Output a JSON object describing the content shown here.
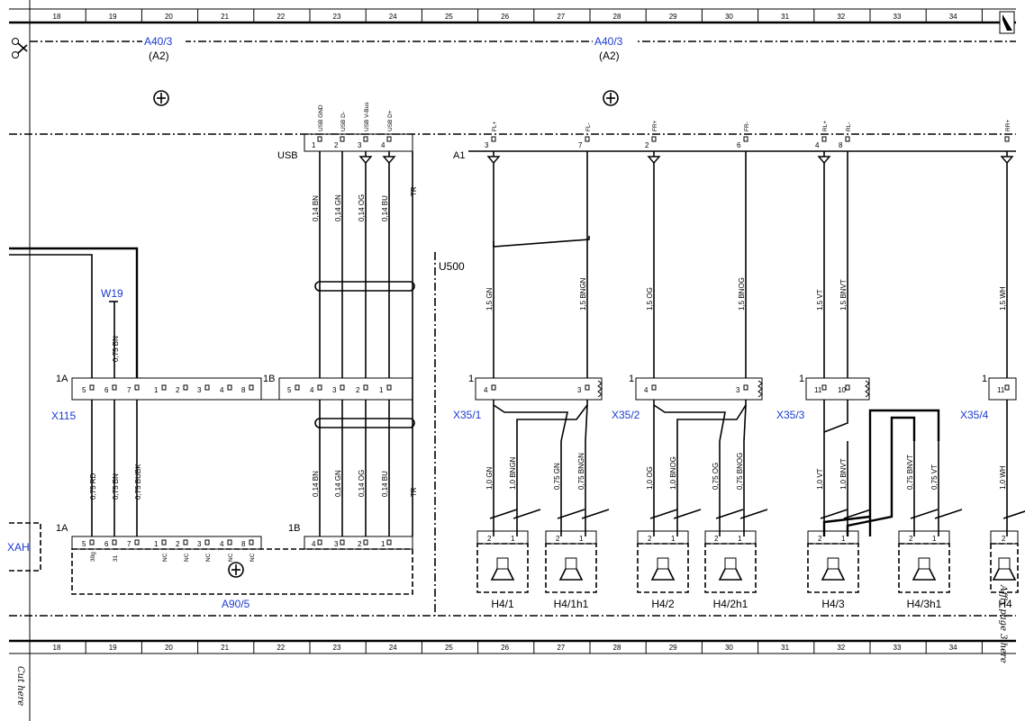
{
  "colors": {
    "link": "#1a3bd1",
    "line": "#000000"
  },
  "icons": {
    "scissors": "scissors-icon",
    "ground": "ground-symbol-icon",
    "corner": "page-corner-icon"
  },
  "ruler": {
    "columns": [
      "18",
      "19",
      "20",
      "21",
      "22",
      "23",
      "24",
      "25",
      "26",
      "27",
      "28",
      "29",
      "30",
      "31",
      "32",
      "33",
      "34"
    ]
  },
  "title": {
    "main_left": "A40/3",
    "main_right": "A40/3",
    "sub_left": "(A2)",
    "sub_right": "(A2)"
  },
  "usb": {
    "label": "USB",
    "pins": [
      "1",
      "2",
      "3",
      "4"
    ],
    "signals": [
      "USB GND",
      "USB D-",
      "USB V-Bus",
      "USB D+"
    ],
    "wires_top": [
      "0,14 BN",
      "0,14 GN",
      "0,14 OG",
      "0,14 BU"
    ],
    "shield": "TR",
    "wires_bottom": [
      "0,14 BN",
      "0,14 GN",
      "0,14 OG",
      "0,14 BU"
    ],
    "shield_bottom": "TR"
  },
  "a1": {
    "label": "A1",
    "pins": [
      "3",
      "7",
      "2",
      "6",
      "4",
      "8",
      ""
    ],
    "signals": [
      "FL+",
      "FL-",
      "FR+",
      "FR-",
      "RL+",
      "RL-",
      "RR+"
    ],
    "wires": [
      "1,5 GN",
      "1,5 BNGN",
      "1,5 OG",
      "1,5 BNOG",
      "1,5 VT",
      "1,5 BNVT",
      "1,5 WH"
    ]
  },
  "u500": "U500",
  "w19": {
    "label": "W19",
    "wire": "0,75 BN"
  },
  "x115": {
    "label": "X115",
    "tag_1a": "1A",
    "tag_1b": "1B",
    "pins_a": [
      "5",
      "6",
      "7",
      "1",
      "2",
      "3",
      "4",
      "8"
    ],
    "pins_b": [
      "5",
      "4",
      "3",
      "2",
      "1"
    ],
    "wires": [
      "0,75 RD",
      "0,75 BN",
      "0,75 BUBK"
    ]
  },
  "a90": {
    "label": "A90/5",
    "tag_1a": "1A",
    "tag_1b": "1B",
    "pins_a": [
      "5",
      "6",
      "7",
      "1",
      "2",
      "3",
      "4",
      "8"
    ],
    "pins_b": [
      "4",
      "3",
      "2",
      "1"
    ],
    "pin_notes": [
      "30g",
      "31",
      "NC",
      "NC",
      "NC",
      "NC",
      "NC"
    ],
    "left_tag": "XAH"
  },
  "connectors": [
    {
      "label": "X35/1",
      "tag": "1",
      "pins": [
        "4",
        "3"
      ]
    },
    {
      "label": "X35/2",
      "tag": "1",
      "pins": [
        "4",
        "3"
      ]
    },
    {
      "label": "X35/3",
      "tag": "1",
      "pins": [
        "11",
        "10"
      ]
    },
    {
      "label": "X35/4",
      "tag": "1",
      "pins": [
        "11"
      ]
    }
  ],
  "speaker_wires": [
    "1,0 GN",
    "1,0 BNGN",
    "0,75 GN",
    "0,75 BNGN",
    "1,0 OG",
    "1,0 BNOG",
    "0,75 OG",
    "0,75 BNOG",
    "1,0 VT",
    "1,0 BNVT",
    "0,75 BNVT",
    "0,75 VT",
    "1,0 WH"
  ],
  "speakers": [
    {
      "label": "H4/1",
      "pins": [
        "2",
        "1"
      ]
    },
    {
      "label": "H4/1h1",
      "pins": [
        "2",
        "1"
      ]
    },
    {
      "label": "H4/2",
      "pins": [
        "2",
        "1"
      ]
    },
    {
      "label": "H4/2h1",
      "pins": [
        "2",
        "1"
      ]
    },
    {
      "label": "H4/3",
      "pins": [
        "2",
        "1"
      ]
    },
    {
      "label": "H4/3h1",
      "pins": [
        "2",
        "1"
      ]
    },
    {
      "label": "H4",
      "pins": [
        "2"
      ]
    }
  ],
  "footer": {
    "left": "Cut here",
    "right": "Affix page 3 here"
  }
}
